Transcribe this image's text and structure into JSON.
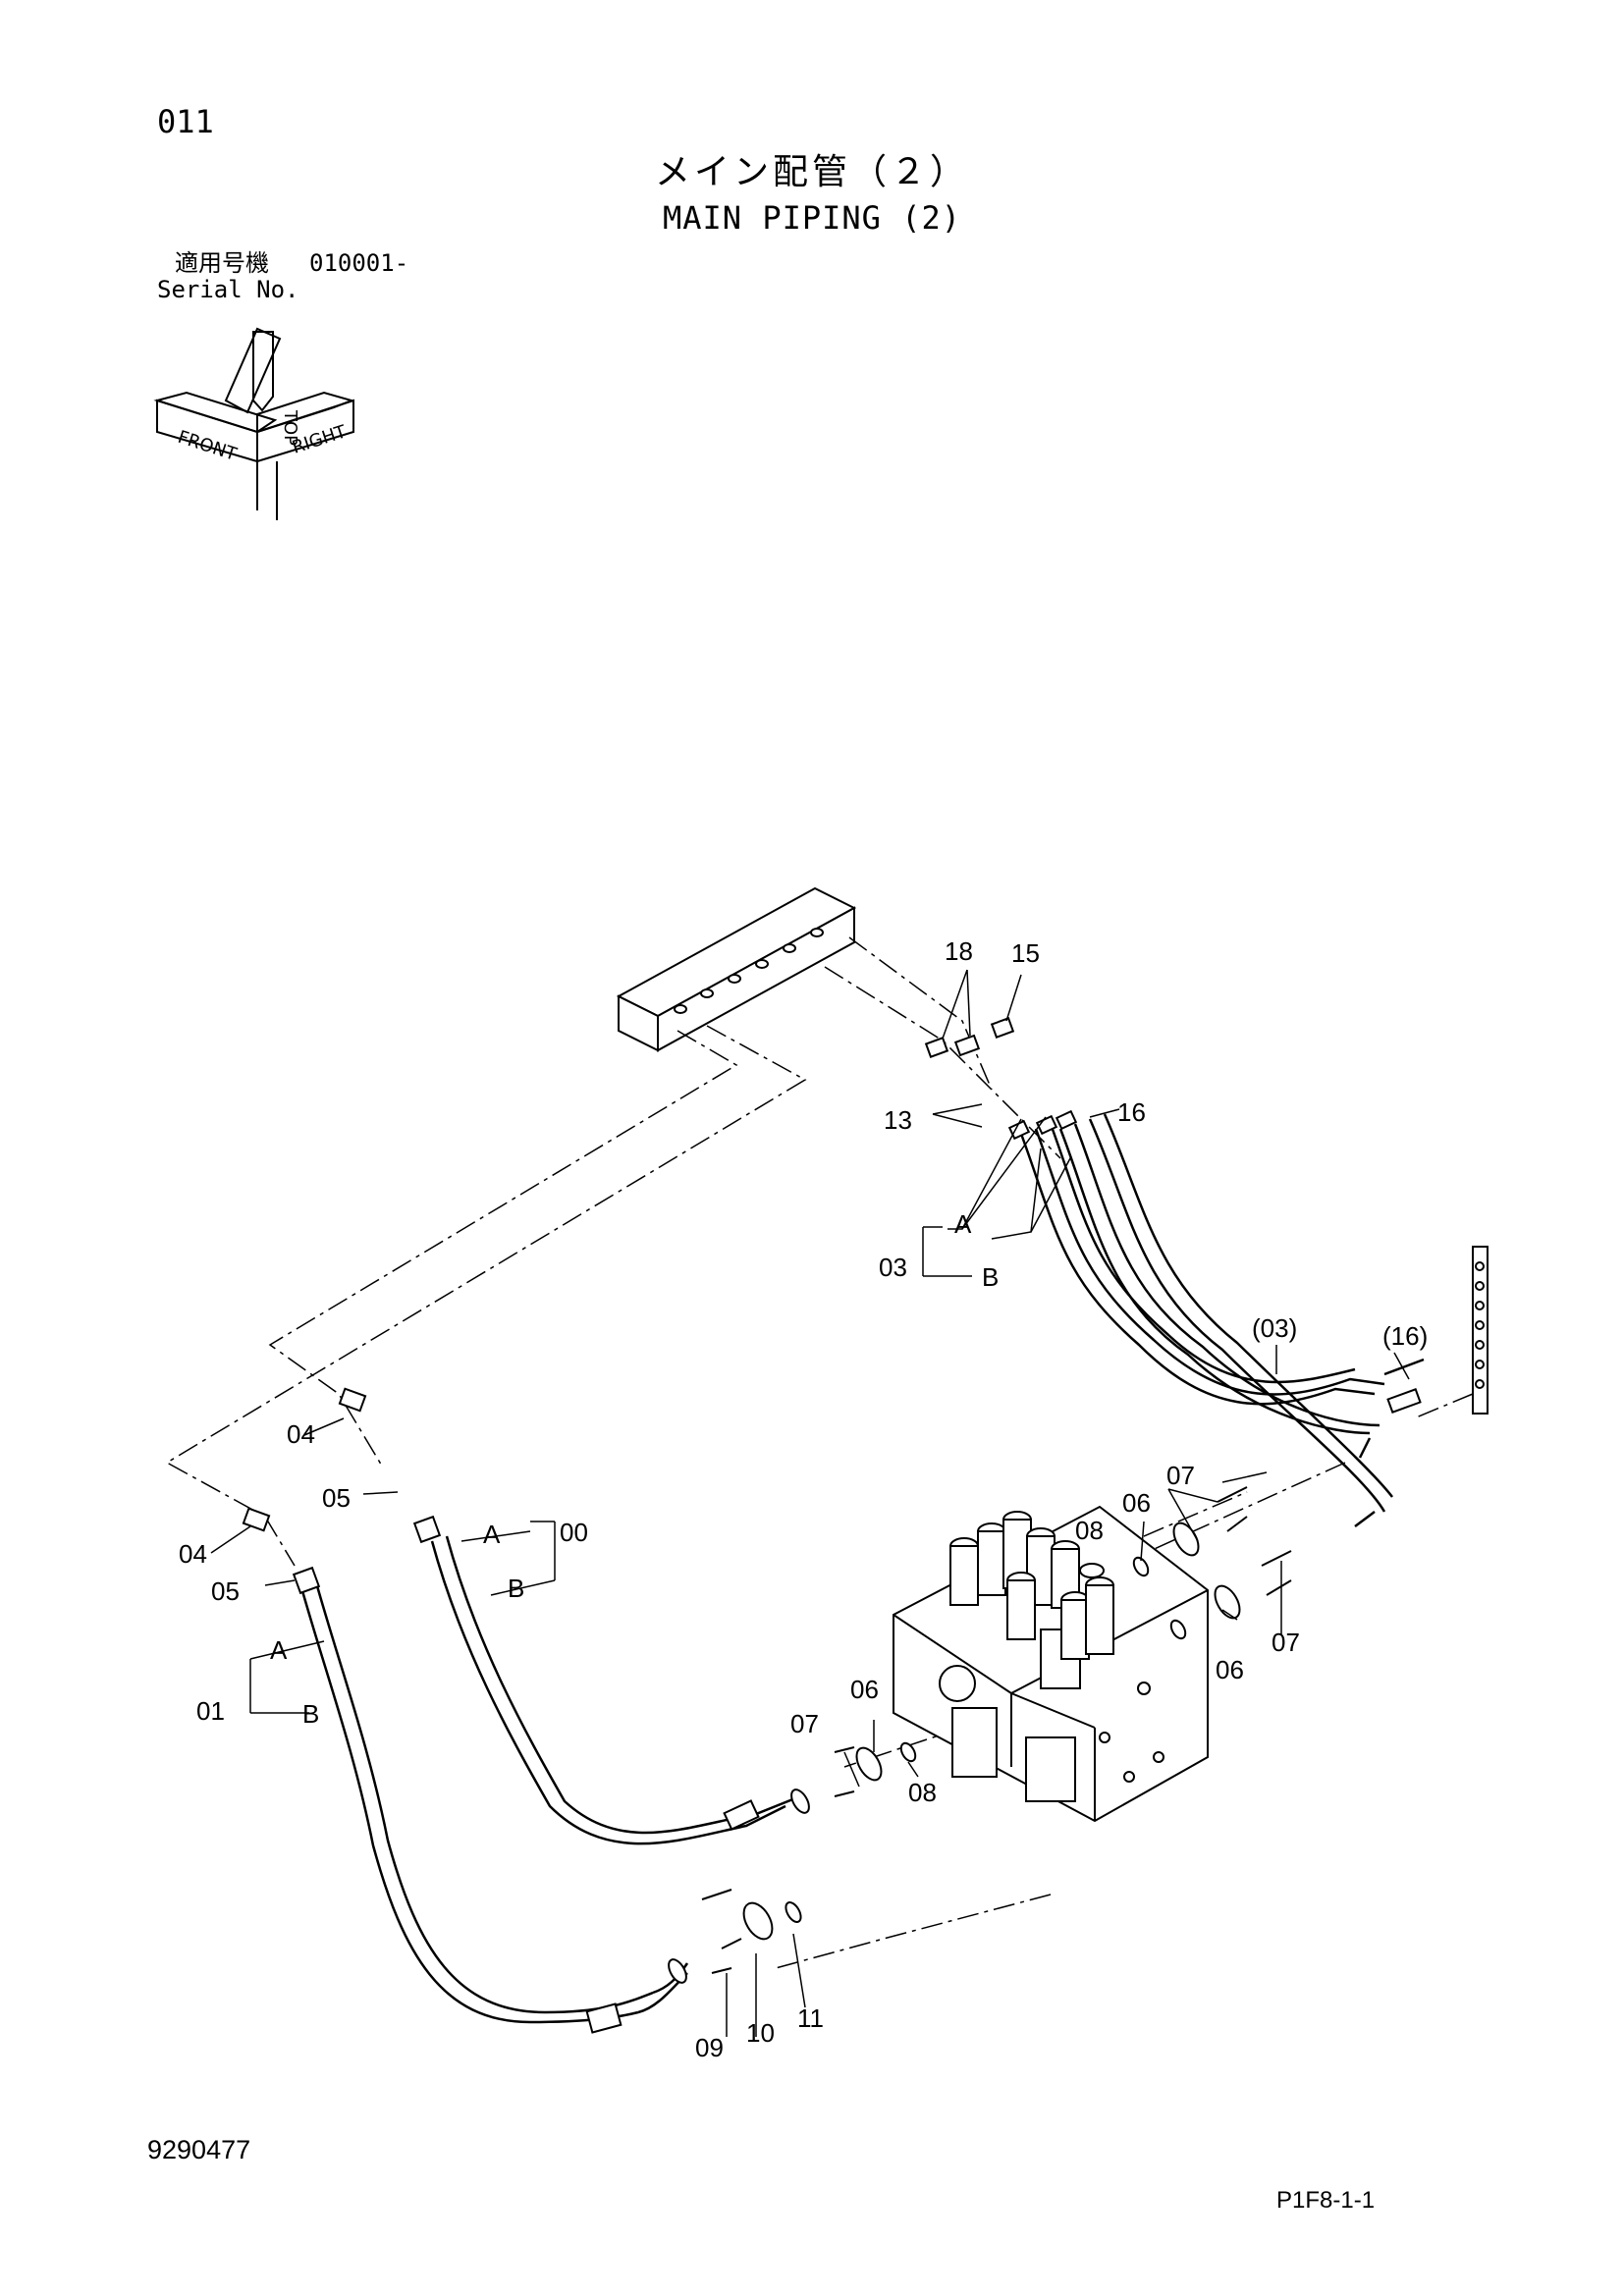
{
  "page_number": "011",
  "title_jp": "メイン配管（２）",
  "title_en": "MAIN PIPING (2)",
  "serial_label_jp": "適用号機",
  "serial_value": "010001-",
  "serial_label_en": "Serial No.",
  "orientation": {
    "top": "TOP",
    "front": "FRONT",
    "right": "RIGHT"
  },
  "callouts": {
    "c18": "18",
    "c15": "15",
    "c13": "13",
    "c16": "16",
    "c03": "03",
    "cA1": "A",
    "cB1": "B",
    "c03p": "(03)",
    "c16p": "(16)",
    "c04a": "04",
    "c05a": "05",
    "cA2": "A",
    "c00": "00",
    "cB2": "B",
    "c04b": "04",
    "c05b": "05",
    "cA3": "A",
    "c01": "01",
    "cB3": "B",
    "c07a": "07",
    "c06a": "06",
    "c08a": "08",
    "c07b": "07",
    "c06b": "06",
    "c07c": "07",
    "c06c": "06",
    "c08c": "08",
    "c09": "09",
    "c10": "10",
    "c11": "11"
  },
  "drawing_number": "9290477",
  "sheet_code": "P1F8-1-1"
}
